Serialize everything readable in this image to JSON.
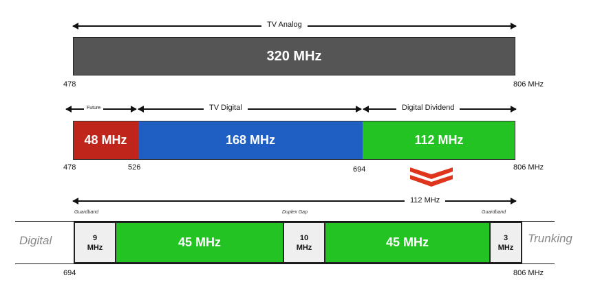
{
  "colors": {
    "analog": "#555555",
    "future": "#c0251c",
    "digital": "#1f5fc4",
    "dividend": "#22c322",
    "box": "#efefef",
    "chevron": "#e0351d"
  },
  "row1": {
    "arrow_label": "TV Analog",
    "bar_label": "320 MHz",
    "tick_left": "478",
    "tick_right": "806 MHz"
  },
  "row2": {
    "future_label": "Future",
    "digital_label": "TV Digital",
    "dividend_label": "Digital Dividend",
    "seg_future": "48 MHz",
    "seg_digital": "168 MHz",
    "seg_dividend": "112 MHz",
    "ticks": [
      "478",
      "526",
      "694",
      "806 MHz"
    ]
  },
  "chevron_icon": "double-chevron-down-icon",
  "row3": {
    "arrow_label": "112 MHz",
    "guard_left_label": "Guardband",
    "duplex_label": "Duplex Gap",
    "guard_right_label": "Guardband",
    "side_left": "Digital",
    "side_right": "Trunking",
    "box_left": [
      "9",
      "MHz"
    ],
    "green_left": "45 MHz",
    "box_mid": [
      "10",
      "MHz"
    ],
    "green_right": "45 MHz",
    "box_right": [
      "3",
      "MHz"
    ],
    "tick_left": "694",
    "tick_right": "806 MHz"
  }
}
